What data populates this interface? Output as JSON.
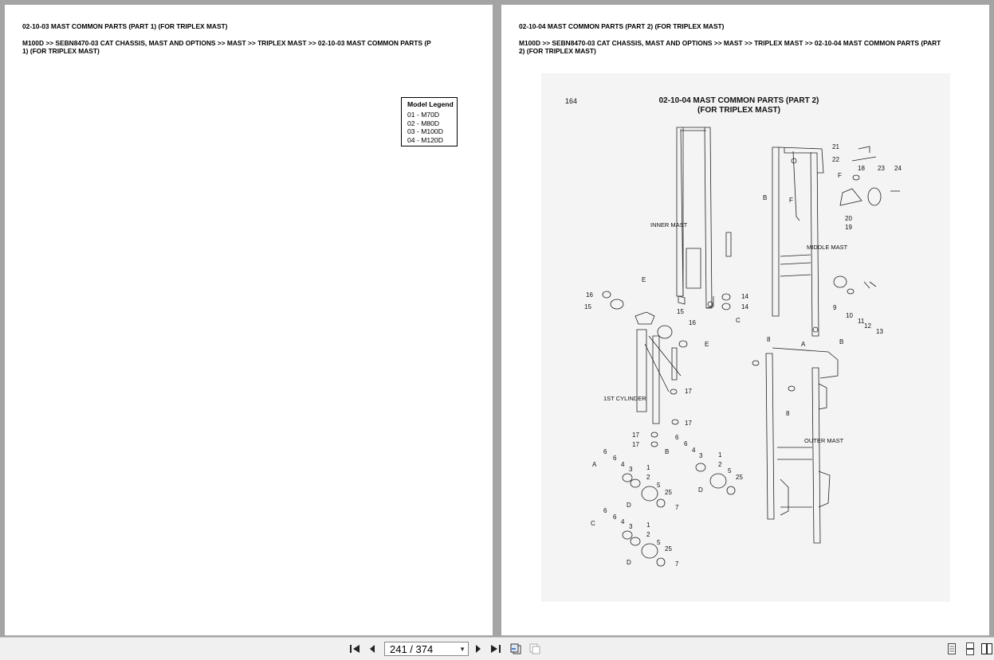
{
  "left_page": {
    "title": "02-10-03 MAST COMMON PARTS (PART 1) (FOR TRIPLEX MAST)",
    "breadcrumb_line1": "M100D >> SEBN8470-03 CAT CHASSIS, MAST AND OPTIONS >> MAST >> TRIPLEX MAST >> 02-10-03 MAST COMMON PARTS (P",
    "breadcrumb_line2": "1) (FOR TRIPLEX MAST)",
    "legend": {
      "title": "Model Legend",
      "items": [
        "01 - M70D",
        "02 - M80D",
        "03 - M100D",
        "04 - M120D"
      ]
    }
  },
  "right_page": {
    "title": "02-10-04 MAST COMMON PARTS (PART 2) (FOR TRIPLEX MAST)",
    "breadcrumb_line1": "M100D >> SEBN8470-03 CAT CHASSIS, MAST AND OPTIONS >> MAST >> TRIPLEX MAST >> 02-10-04 MAST COMMON PARTS (PART",
    "breadcrumb_line2": "2) (FOR TRIPLEX MAST)",
    "figure": {
      "page_number": "164",
      "title_line1": "02-10-04 MAST COMMON PARTS (PART 2)",
      "title_line2": "(FOR TRIPLEX MAST)",
      "labels": {
        "inner_mast": "INNER MAST",
        "middle_mast": "MIDDLE MAST",
        "outer_mast": "OUTER MAST",
        "cylinder": "1ST CYLINDER"
      }
    }
  },
  "toolbar": {
    "page_indicator": "241 / 374",
    "icons": [
      "first-page-icon",
      "prev-page-icon",
      "next-page-icon",
      "last-page-icon",
      "back-view-icon",
      "forward-view-icon",
      "single-page-icon",
      "continuous-page-icon",
      "two-page-icon"
    ]
  }
}
